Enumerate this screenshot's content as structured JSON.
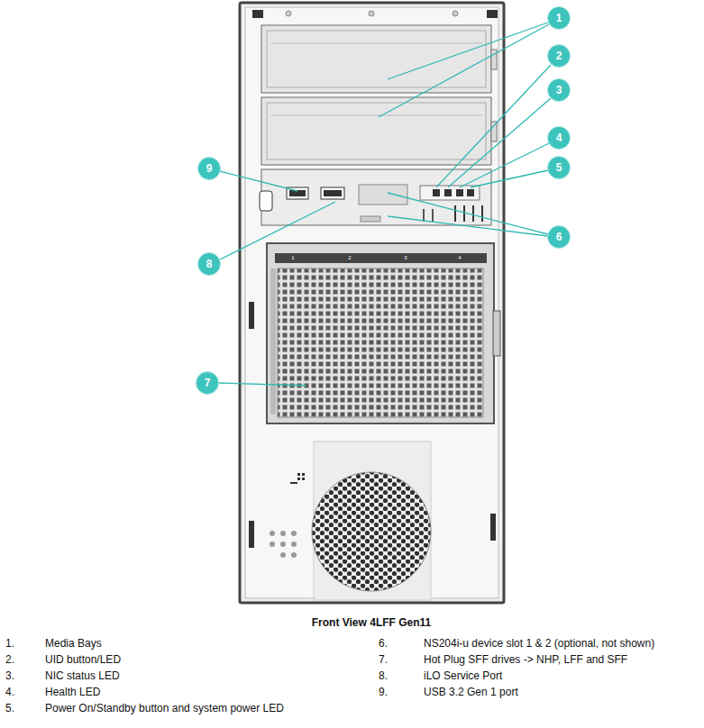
{
  "diagram": {
    "caption": "Front View 4LFF Gen11",
    "nodes": [
      {
        "text": [
          "1"
        ]
      },
      {
        "text": [
          "2"
        ]
      },
      {
        "text": [
          "3"
        ]
      },
      {
        "text": [
          "4"
        ]
      },
      {
        "text": [
          "5"
        ]
      },
      {
        "text": [
          "6"
        ]
      },
      {
        "text": [
          "7"
        ]
      },
      {
        "text": [
          "8"
        ]
      },
      {
        "text": [
          "9"
        ]
      }
    ],
    "labels": [
      "1.",
      "Media Bays",
      "2.",
      "UID button/LED",
      "3.",
      "NIC status LED",
      "4.",
      "Health LED",
      "5.",
      "Power On/Standby button and system power LED",
      "6.",
      "NS204i-u device slot 1 & 2 (optional, not shown)",
      "7.",
      "Hot Plug SFF drives -> NHP, LFF and SFF",
      "8.",
      "iLO Service Port",
      "9.",
      "USB 3.2 Gen 1 port",
      "1",
      "2",
      "3",
      "4"
    ]
  }
}
